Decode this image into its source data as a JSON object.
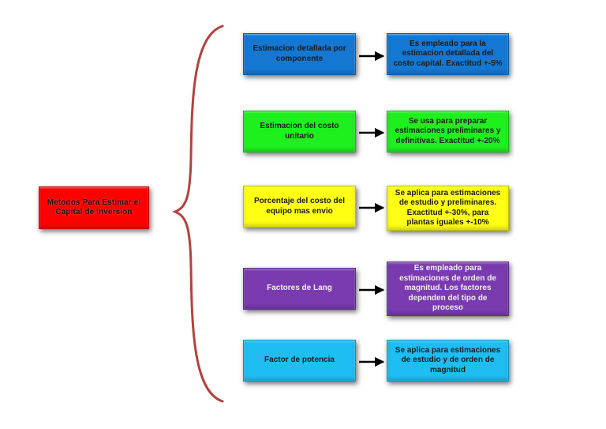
{
  "colors": {
    "root": "#ff0000",
    "brace": "#b5423a",
    "arrow": "#000000",
    "blue": "#1478d2",
    "green": "#1ef01e",
    "yellow": "#ffff14",
    "purple": "#7a3ab0",
    "cyan": "#1ebef2"
  },
  "root": {
    "label": "Metodos Para Estimar el Capital de Inversion"
  },
  "methods": [
    {
      "label": "Estimacion detallada por componente",
      "description": "Es empleado para la estimacion detallada del costo capital. Exactitud +-5%",
      "color": "#1478d2"
    },
    {
      "label": "Estimacion del costo unitario",
      "description": "Se usa para preparar estimaciones preliminares y definitivas. Exactitud +-20%",
      "color": "#1ef01e"
    },
    {
      "label": "Porcentaje del costo del equipo mas envio",
      "description": "Se aplica para estimaciones de estudio y preliminares. Exactitud +-30%, para plantas iguales +-10%",
      "color": "#ffff14"
    },
    {
      "label": "Factores de Lang",
      "description": "Es empleado para estimaciones de orden de magnitud. Los factores dependen del tipo de proceso",
      "color": "#7a3ab0"
    },
    {
      "label": "Factor de potencia",
      "description": "Se aplica para estimaciones de estudio y de orden de magnitud",
      "color": "#1ebef2"
    }
  ]
}
